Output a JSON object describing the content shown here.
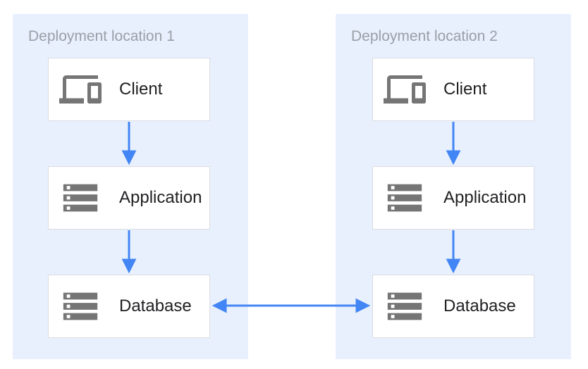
{
  "diagram": {
    "panels": [
      {
        "title": "Deployment location 1",
        "nodes": [
          {
            "label": "Client",
            "icon": "devices-icon"
          },
          {
            "label": "Application",
            "icon": "server-stack-icon"
          },
          {
            "label": "Database",
            "icon": "server-stack-icon"
          }
        ]
      },
      {
        "title": "Deployment location 2",
        "nodes": [
          {
            "label": "Client",
            "icon": "devices-icon"
          },
          {
            "label": "Application",
            "icon": "server-stack-icon"
          },
          {
            "label": "Database",
            "icon": "server-stack-icon"
          }
        ]
      }
    ],
    "connections": [
      {
        "from": "client",
        "to": "application",
        "panel": 1,
        "direction": "down"
      },
      {
        "from": "application",
        "to": "database",
        "panel": 1,
        "direction": "down"
      },
      {
        "from": "client",
        "to": "application",
        "panel": 2,
        "direction": "down"
      },
      {
        "from": "application",
        "to": "database",
        "panel": 2,
        "direction": "down"
      },
      {
        "from": "database-1",
        "to": "database-2",
        "direction": "bidirectional"
      }
    ],
    "colors": {
      "page_bg": "#ffffff",
      "panel_bg": "#e8f0fe",
      "arrow": "#4285f4",
      "icon": "#757575",
      "box_border": "#dadce0",
      "box_bg": "#ffffff",
      "title_text": "#9aa0a6",
      "label_text": "#212124"
    }
  }
}
